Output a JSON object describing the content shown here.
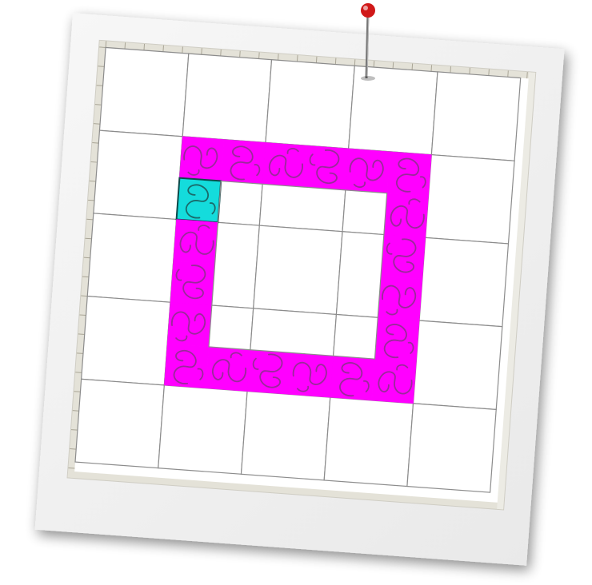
{
  "colors": {
    "paper": "#f4f4f4",
    "panel": "#ffffff",
    "grid_line": "#8c8c8c",
    "ruler": "#e2e0d6",
    "ring_tile": "#ff00ff",
    "ring_stroke": "#9a2a9a",
    "selected_tile": "#14dcdc",
    "selected_stroke": "#1a6b6b",
    "pin_head": "#d01818"
  },
  "grid": {
    "rows": 5,
    "cols": 5,
    "note": ""
  },
  "selected_tile": {
    "row": 1,
    "col": 0
  }
}
